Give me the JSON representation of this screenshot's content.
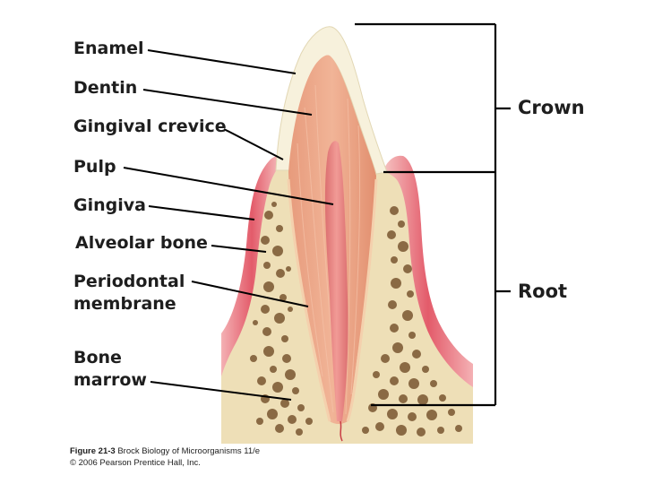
{
  "labels": {
    "enamel": "Enamel",
    "dentin": "Dentin",
    "gingival_crevice": "Gingival crevice",
    "pulp": "Pulp",
    "gingiva": "Gingiva",
    "alveolar_bone": "Alveolar bone",
    "periodontal_line1": "Periodontal",
    "periodontal_line2": "membrane",
    "bone_marrow_line1": "Bone",
    "bone_marrow_line2": "marrow",
    "crown": "Crown",
    "root": "Root"
  },
  "caption": {
    "figure": "Figure 21-3",
    "book": "Brock Biology of Microorganisms 11/e",
    "copyright": "© 2006 Pearson Prentice Hall, Inc."
  },
  "colors": {
    "enamel": "#f7f1dc",
    "dentin": "#e9a183",
    "pulp": "#e57f7c",
    "gingiva": "#e15a68",
    "bone_background": "#eedfb7",
    "bone_dots": "#8a6a44",
    "leader": "#000000"
  }
}
